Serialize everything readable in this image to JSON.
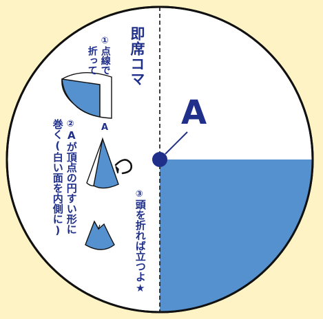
{
  "title": "即席コマ",
  "steps": {
    "step1": {
      "number": "①",
      "line1": "点線で",
      "line2": "折って"
    },
    "step2": {
      "number": "②",
      "line1": "Aが頂点の円すい形に",
      "line2": "巻く(白い面を内側に)"
    },
    "step3": {
      "number": "③",
      "line1": "頭を折れば立つよ★"
    }
  },
  "point_label": "A",
  "small_label": "A",
  "colors": {
    "background": "#fdf3c4",
    "circle_fill": "#ffffff",
    "outline": "#111111",
    "blue": "#5590cf",
    "navy": "#1f2f8a"
  }
}
